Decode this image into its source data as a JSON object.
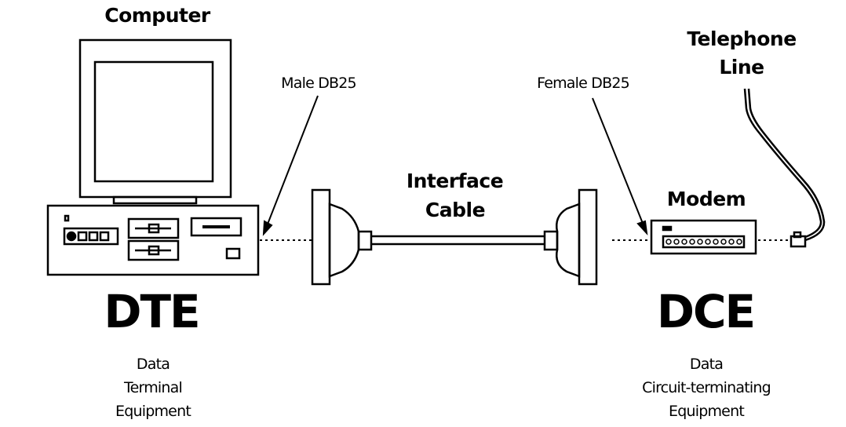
{
  "labels": {
    "computer": "Computer",
    "telephone_line_1": "Telephone",
    "telephone_line_2": "Line",
    "male_db25": "Male DB25",
    "female_db25": "Female DB25",
    "interface_cable_1": "Interface",
    "interface_cable_2": "Cable",
    "modem": "Modem",
    "dte": "DTE",
    "dce": "DCE",
    "dte_desc_1": "Data",
    "dte_desc_2": "Terminal",
    "dte_desc_3": "Equipment",
    "dce_desc_1": "Data",
    "dce_desc_2": "Circuit-terminating",
    "dce_desc_3": "Equipment"
  }
}
